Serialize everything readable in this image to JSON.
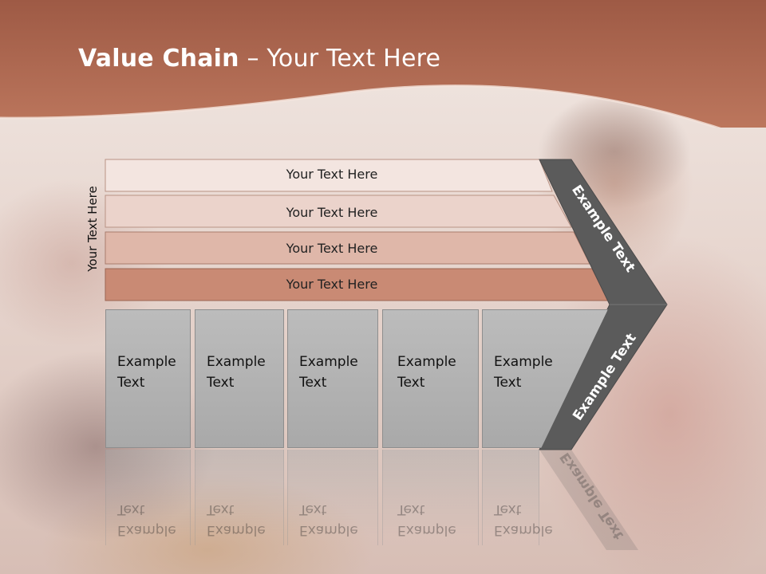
{
  "title": {
    "bold": "Value Chain",
    "rest": " – Your Text Here"
  },
  "side_label": "Your Text Here",
  "bars": [
    {
      "label": "Your Text Here"
    },
    {
      "label": "Your Text Here"
    },
    {
      "label": "Your Text Here"
    },
    {
      "label": "Your Text Here"
    }
  ],
  "boxes": [
    {
      "line1": "Example",
      "line2": "Text"
    },
    {
      "line1": "Example",
      "line2": "Text"
    },
    {
      "line1": "Example",
      "line2": "Text"
    },
    {
      "line1": "Example",
      "line2": "Text"
    },
    {
      "line1": "Example",
      "line2": "Text"
    }
  ],
  "chevron_top": "Example Text",
  "chevron_bottom": "Example Text",
  "colors": {
    "header": "#b06a52",
    "bar1": "#f3e5e0",
    "bar2": "#ebd3cb",
    "bar3": "#dfb7a9",
    "bar4": "#c98a74",
    "box": "#b3b3b3",
    "chevron": "#5b5b5b"
  }
}
